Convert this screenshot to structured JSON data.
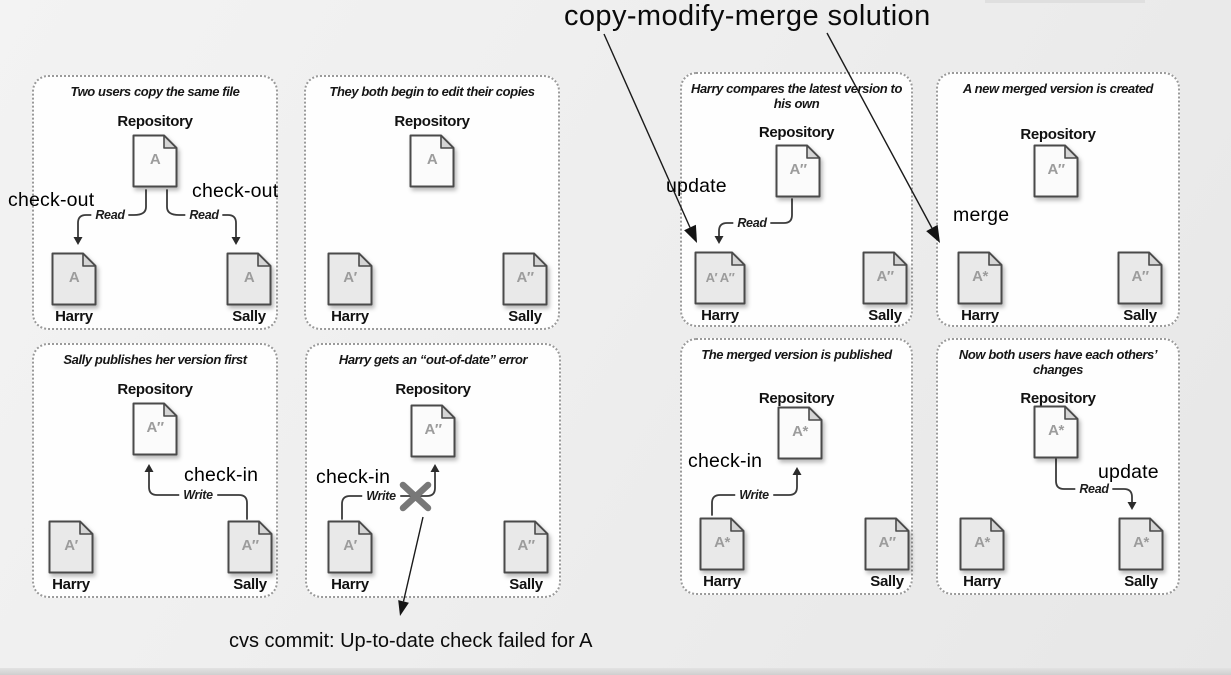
{
  "annotations": {
    "main_title": "copy-modify-merge solution",
    "checkout_left": "check-out",
    "checkout_right": "check-out",
    "checkin_p3": "check-in",
    "checkin_p4": "check-in",
    "checkin_p7": "check-in",
    "update_p5": "update",
    "update_p8": "update",
    "merge": "merge",
    "error_caption": "cvs commit: Up-to-date check failed for A"
  },
  "labels": {
    "repository": "Repository",
    "harry": "Harry",
    "sally": "Sally",
    "read": "Read",
    "write": "Write"
  },
  "panels": [
    {
      "title": "Two users copy the same file",
      "title2": "",
      "repo": "A",
      "harry": "A",
      "sally": "A"
    },
    {
      "title": "They both begin to edit their copies",
      "title2": "",
      "repo": "A",
      "harry": "A′",
      "sally": "A″"
    },
    {
      "title": "Sally publishes her version first",
      "title2": "",
      "repo": "A″",
      "harry": "A′",
      "sally": "A″"
    },
    {
      "title": "Harry gets an “out-of-date” error",
      "title2": "",
      "repo": "A″",
      "harry": "A′",
      "sally": "A″"
    },
    {
      "title": "Harry compares the latest version",
      "title2": "to his own",
      "repo": "A″",
      "harry": "A′ A″",
      "sally": "A″"
    },
    {
      "title": "A new merged version is created",
      "title2": "",
      "repo": "A″",
      "harry": "A*",
      "sally": "A″"
    },
    {
      "title": "The merged version is published",
      "title2": "",
      "repo": "A*",
      "harry": "A*",
      "sally": "A″"
    },
    {
      "title": "Now both users have each",
      "title2": "others’ changes",
      "repo": "A*",
      "harry": "A*",
      "sally": "A*"
    }
  ],
  "colors": {
    "background": "#ebebeb",
    "panel_border": "#9a9a9a",
    "doc_letter": "#9c9c9c",
    "arrow": "#3b3b3b",
    "annotation": "#000000"
  }
}
